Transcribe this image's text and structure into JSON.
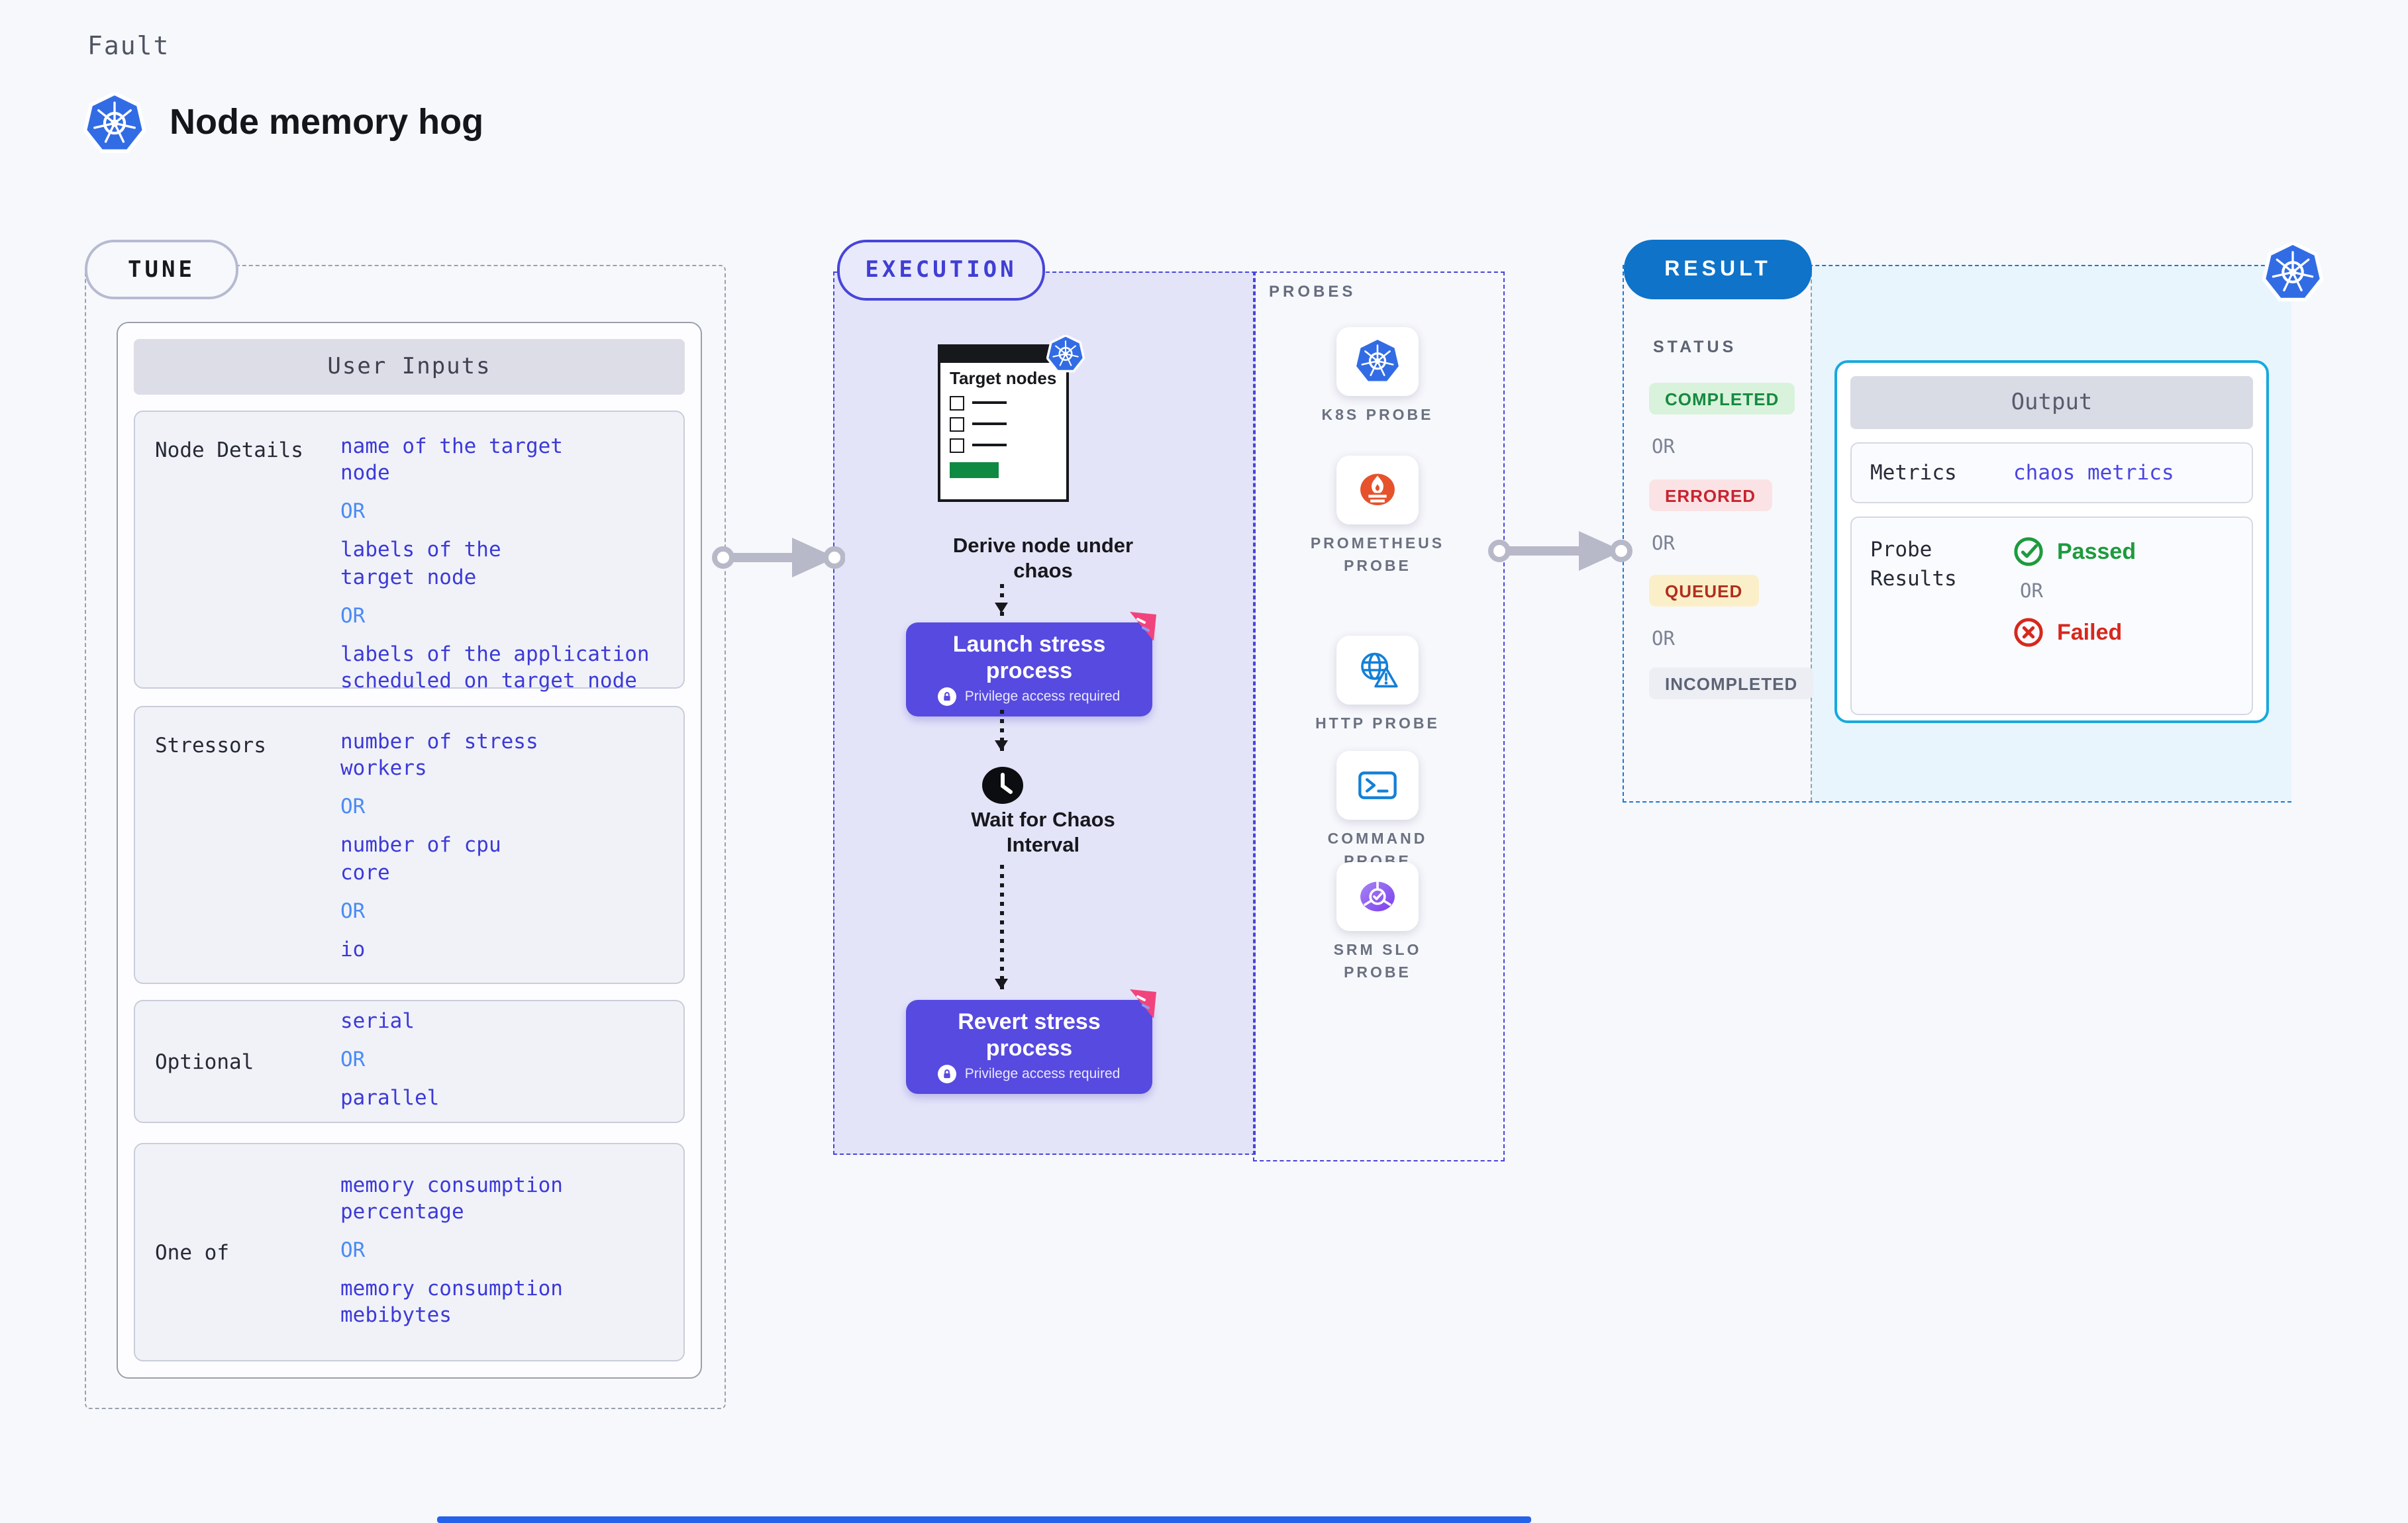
{
  "page": {
    "fault_label": "Fault",
    "title": "Node memory hog"
  },
  "colors": {
    "k8s_blue": "#326ce5",
    "execution_purple": "#574ae0",
    "execution_bg": "#e4e4f9",
    "panel_dash_violet": "#4745d8",
    "result_pill_blue": "#0e73c9",
    "result_dash_blue": "#1b79cf",
    "output_border_cyan": "#18a9dd",
    "output_area_bg": "#e8f5fc",
    "value_blue": "#3c3ad8",
    "or_blue": "#4b8bf4",
    "success_green": "#168a3f",
    "error_red": "#c72430",
    "queued_red": "#b02e1f",
    "passed_green": "#1d9b3e",
    "failed_red": "#d6281e",
    "pink_accent": "#f2447c",
    "prometheus_orange": "#e6522c",
    "target_green": "#0f8a43"
  },
  "tune": {
    "pill": "TUNE",
    "table_header": "User Inputs",
    "or": "OR",
    "rows": [
      {
        "label": "Node Details",
        "values": [
          "name of the target\nnode",
          "labels of the\ntarget node",
          "labels of the application\nscheduled on target node"
        ]
      },
      {
        "label": "Stressors",
        "values": [
          "number of stress\nworkers",
          "number of cpu\ncore",
          "io"
        ]
      },
      {
        "label": "Optional",
        "values": [
          "serial",
          "parallel"
        ]
      },
      {
        "label": "One of",
        "values": [
          "memory consumption\npercentage",
          "memory consumption\nmebibytes"
        ]
      }
    ]
  },
  "execution": {
    "pill": "EXECUTION",
    "target_card_title": "Target nodes",
    "steps": {
      "derive": "Derive node under\nchaos",
      "launch": "Launch stress\nprocess",
      "privilege": "Privilege access required",
      "wait": "Wait for Chaos\nInterval",
      "revert": "Revert stress\nprocess"
    }
  },
  "probes": {
    "label": "PROBES",
    "items": [
      {
        "name": "k8s",
        "label": "K8S PROBE"
      },
      {
        "name": "prometheus",
        "label": "PROMETHEUS\nPROBE"
      },
      {
        "name": "http",
        "label": "HTTP PROBE"
      },
      {
        "name": "command",
        "label": "COMMAND\nPROBE"
      },
      {
        "name": "srm-slo",
        "label": "SRM SLO\nPROBE"
      }
    ]
  },
  "result": {
    "pill": "RESULT",
    "status_label": "STATUS",
    "or": "OR",
    "badges": [
      {
        "label": "COMPLETED",
        "type": "success"
      },
      {
        "label": "ERRORED",
        "type": "error"
      },
      {
        "label": "QUEUED",
        "type": "warning"
      },
      {
        "label": "INCOMPLETED",
        "type": "neutral"
      }
    ],
    "output": {
      "title": "Output",
      "metrics_label": "Metrics",
      "metrics_value": "chaos metrics",
      "probe_results_label": "Probe\nResults",
      "passed": "Passed",
      "or": "OR",
      "failed": "Failed"
    }
  }
}
